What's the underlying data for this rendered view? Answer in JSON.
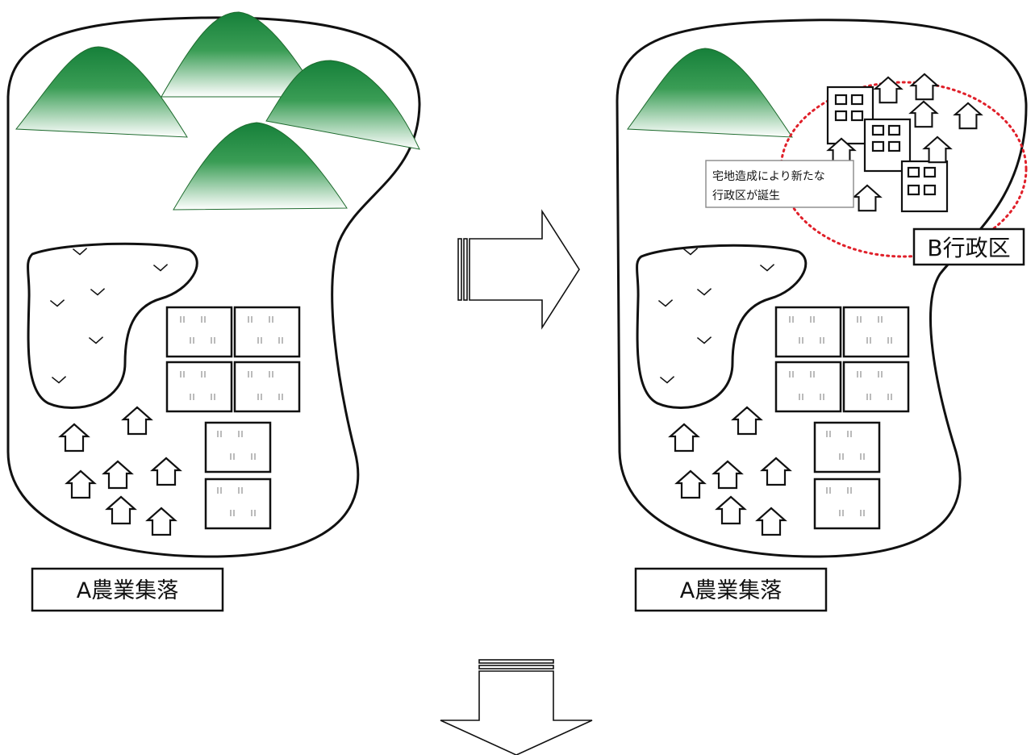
{
  "left_panel": {
    "label": "A農業集落"
  },
  "right_panel": {
    "label": "A農業集落",
    "new_district_label": "B行政区",
    "callout_lines": [
      "宅地造成により新たな",
      "行政区が誕生"
    ]
  },
  "colors": {
    "mountain_green": "#1e8a3c",
    "district_circle": "#e0202a",
    "outline": "#111111"
  }
}
